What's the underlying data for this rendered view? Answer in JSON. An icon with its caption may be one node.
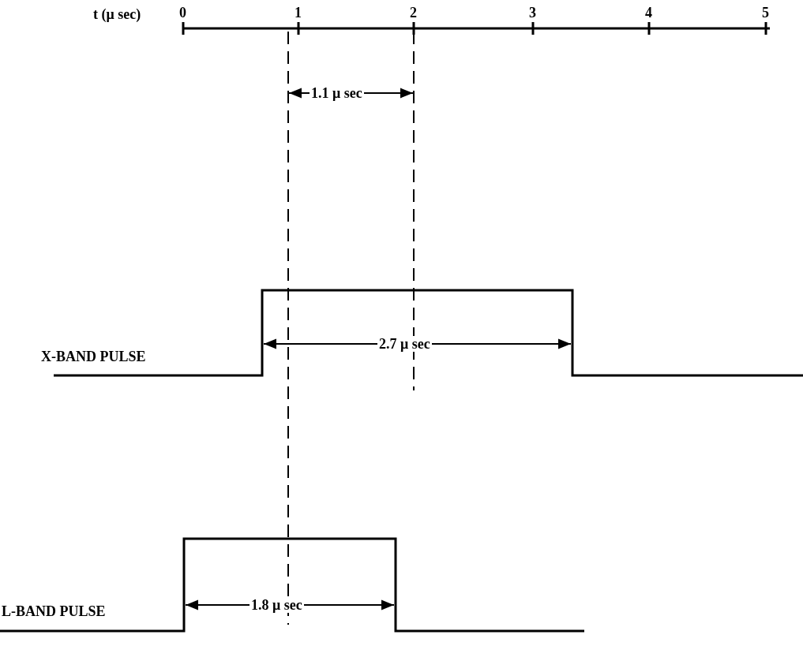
{
  "diagram": {
    "labels": [
      "t (μ sec)",
      "0",
      "1",
      "2",
      "3",
      "4",
      "5",
      "1.1 μ sec",
      "2.7 μ sec",
      "X-BAND PULSE",
      "L-BAND PULSE",
      "1.8 μ sec"
    ]
  }
}
